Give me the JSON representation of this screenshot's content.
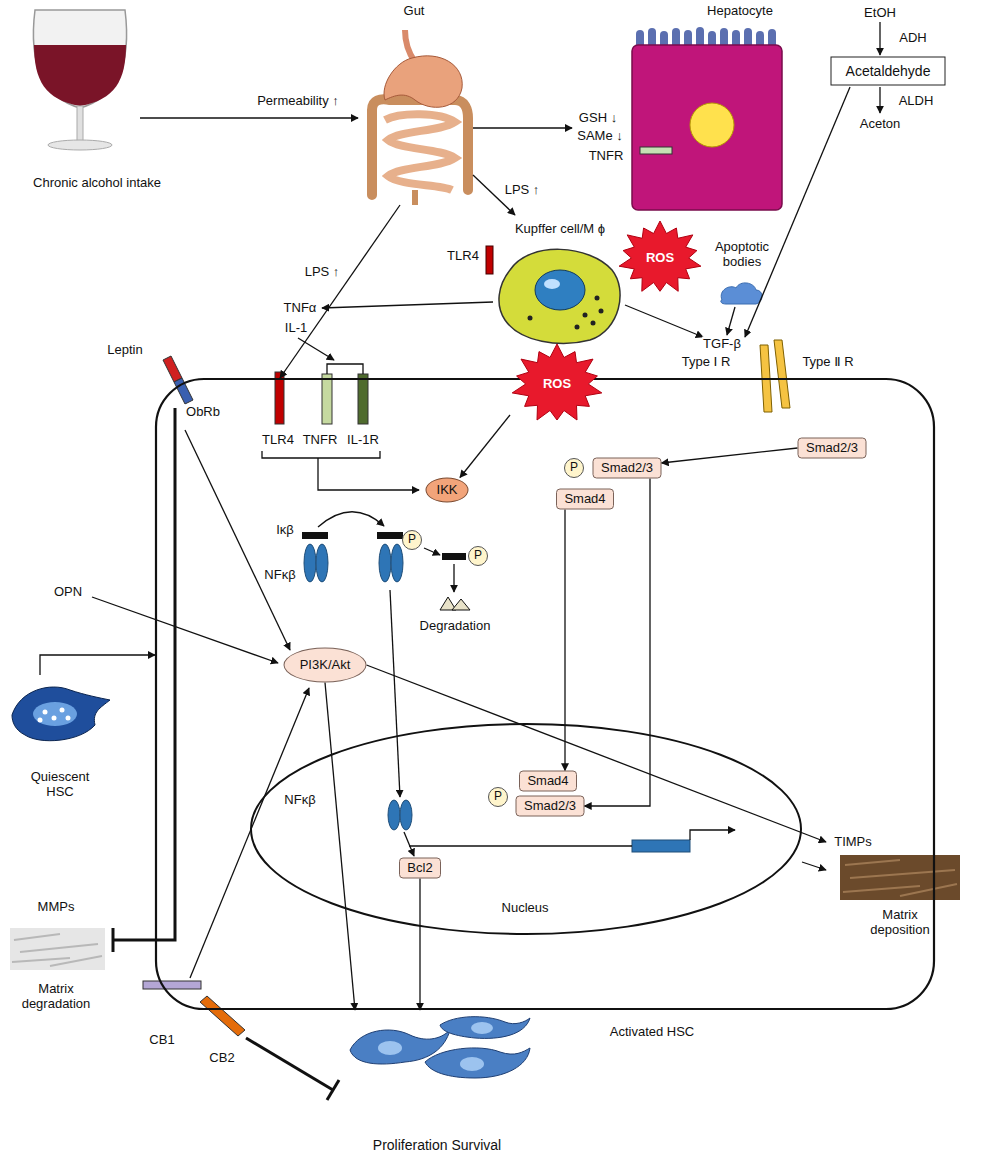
{
  "diagram": {
    "nodes": [
      {
        "text": [
          "Chronic alcohol intake"
        ]
      },
      {
        "text": [
          "Gut"
        ]
      },
      {
        "text": [
          "Hepatocyte"
        ]
      },
      {
        "text": [
          "Acetaldehyde"
        ]
      },
      {
        "text": [
          "Kupffer cell/M ϕ"
        ]
      },
      {
        "text": [
          "ROS"
        ]
      },
      {
        "text": [
          "Apoptotic bodies"
        ]
      },
      {
        "text": [
          "ROS"
        ]
      },
      {
        "text": [
          "Activated HSC"
        ]
      },
      {
        "text": [
          "IKK"
        ],
        "in": 8
      },
      {
        "text": [
          "PI3K/Akt"
        ],
        "in": 8
      },
      {
        "text": [
          "Smad2/3"
        ],
        "in": 8
      },
      {
        "text": [
          "Smad2/3"
        ],
        "in": 8
      },
      {
        "text": [
          "Smad4"
        ],
        "in": 8
      },
      {
        "text": [
          "Nucleus"
        ],
        "in": 8
      },
      {
        "text": [
          "Smad4"
        ],
        "in": 14
      },
      {
        "text": [
          "Smad2/3"
        ],
        "in": 14
      },
      {
        "text": [
          "Bcl2"
        ],
        "in": 14
      },
      {
        "text": [
          "Quiescent HSC"
        ]
      },
      {
        "text": [
          "Proliferation Survival"
        ]
      },
      {
        "text": [
          "MMPs",
          "Matrix degradation"
        ]
      },
      {
        "text": [
          "TIMPs",
          "Matrix deposition"
        ]
      },
      {
        "text": [
          "P"
        ],
        "in": 8
      },
      {
        "text": [
          "P"
        ],
        "in": 8
      },
      {
        "text": [
          "P"
        ],
        "in": 8
      },
      {
        "text": [
          "P"
        ],
        "in": 14
      }
    ],
    "edges": [
      {
        "from": 0,
        "to": 1,
        "arrow": "to",
        "label": "Permeability ↑"
      },
      {
        "from": 1,
        "to": 2,
        "arrow": "to"
      },
      {
        "from": 1,
        "to": 4,
        "arrow": "to",
        "label": "LPS ↑"
      },
      {
        "from": 1,
        "to": 8,
        "arrow": "to",
        "label": "LPS ↑"
      },
      {
        "from": 7,
        "to": 9,
        "arrow": "to"
      },
      {
        "from": 12,
        "to": 11,
        "arrow": "to"
      },
      {
        "from": 11,
        "to": 16,
        "arrow": "to"
      },
      {
        "from": 13,
        "to": 15,
        "arrow": "to"
      },
      {
        "from": 10,
        "to": 19,
        "arrow": "to"
      },
      {
        "from": 17,
        "to": 19,
        "arrow": "to"
      },
      {
        "from": 10,
        "to": 21,
        "arrow": "to"
      },
      {
        "from": 14,
        "to": 21,
        "arrow": "to"
      },
      {
        "from": 18,
        "to": 8,
        "arrow": "to"
      }
    ],
    "labels": [
      "GSH ↓",
      "SAMe ↓",
      "TNFR",
      "EtOH",
      "ADH",
      "ALDH",
      "Aceton",
      "TLR4",
      "TNFα",
      "IL-1",
      "TGF-β",
      "Type Ⅰ R",
      "Type Ⅱ R",
      "Leptin",
      "ObRb",
      "TLR4",
      "TNFR",
      "IL-1R",
      "Iκβ",
      "NFκβ",
      "Degradation",
      "OPN",
      "NFκβ",
      "CB1",
      "CB2"
    ]
  }
}
